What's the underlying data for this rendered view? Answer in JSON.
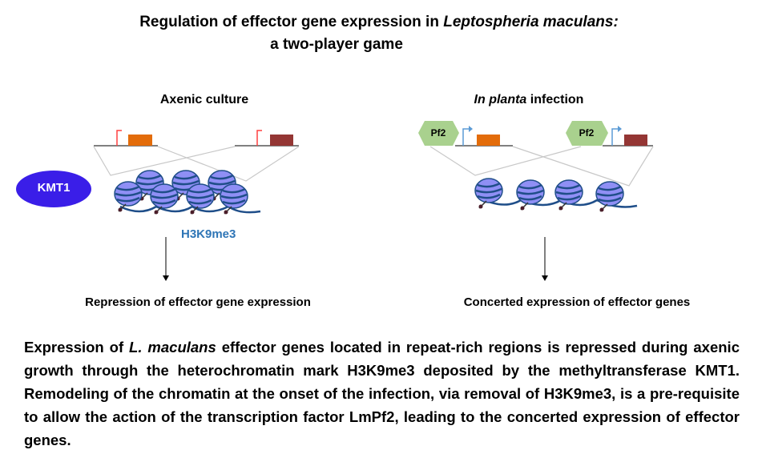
{
  "title": {
    "line1_prefix": "Regulation of effector gene expression in ",
    "line1_italic": "Leptospheria maculans:",
    "line2": "a two-player game"
  },
  "left_panel": {
    "heading": "Axenic culture",
    "enzyme": "KMT1",
    "mark": "H3K9me3",
    "outcome": "Repression of effector gene expression"
  },
  "right_panel": {
    "heading_italic": "In planta",
    "heading_rest": " infection",
    "factor": "Pf2",
    "outcome": "Concerted expression of effector genes"
  },
  "caption": {
    "p1": "Expression of ",
    "italic": "L. maculans",
    "p2": " effector genes located in repeat-rich regions is repressed during axenic growth through the heterochromatin mark H3K9me3 deposited by the methyltransferase KMT1. Remodeling of the chromatin at the onset of the infection, via removal of H3K9me3, is a pre-requisite to allow the action of the transcription factor LmPf2, leading to the concerted expression of effector genes."
  },
  "colors": {
    "kmt1": "#3a1ee8",
    "h3k9me3": "#2e75b6",
    "pf2": "#a9d18e",
    "orange_gene": "#e36c0a",
    "brown_gene": "#943634",
    "nucleosome": "#8f8ff5"
  }
}
